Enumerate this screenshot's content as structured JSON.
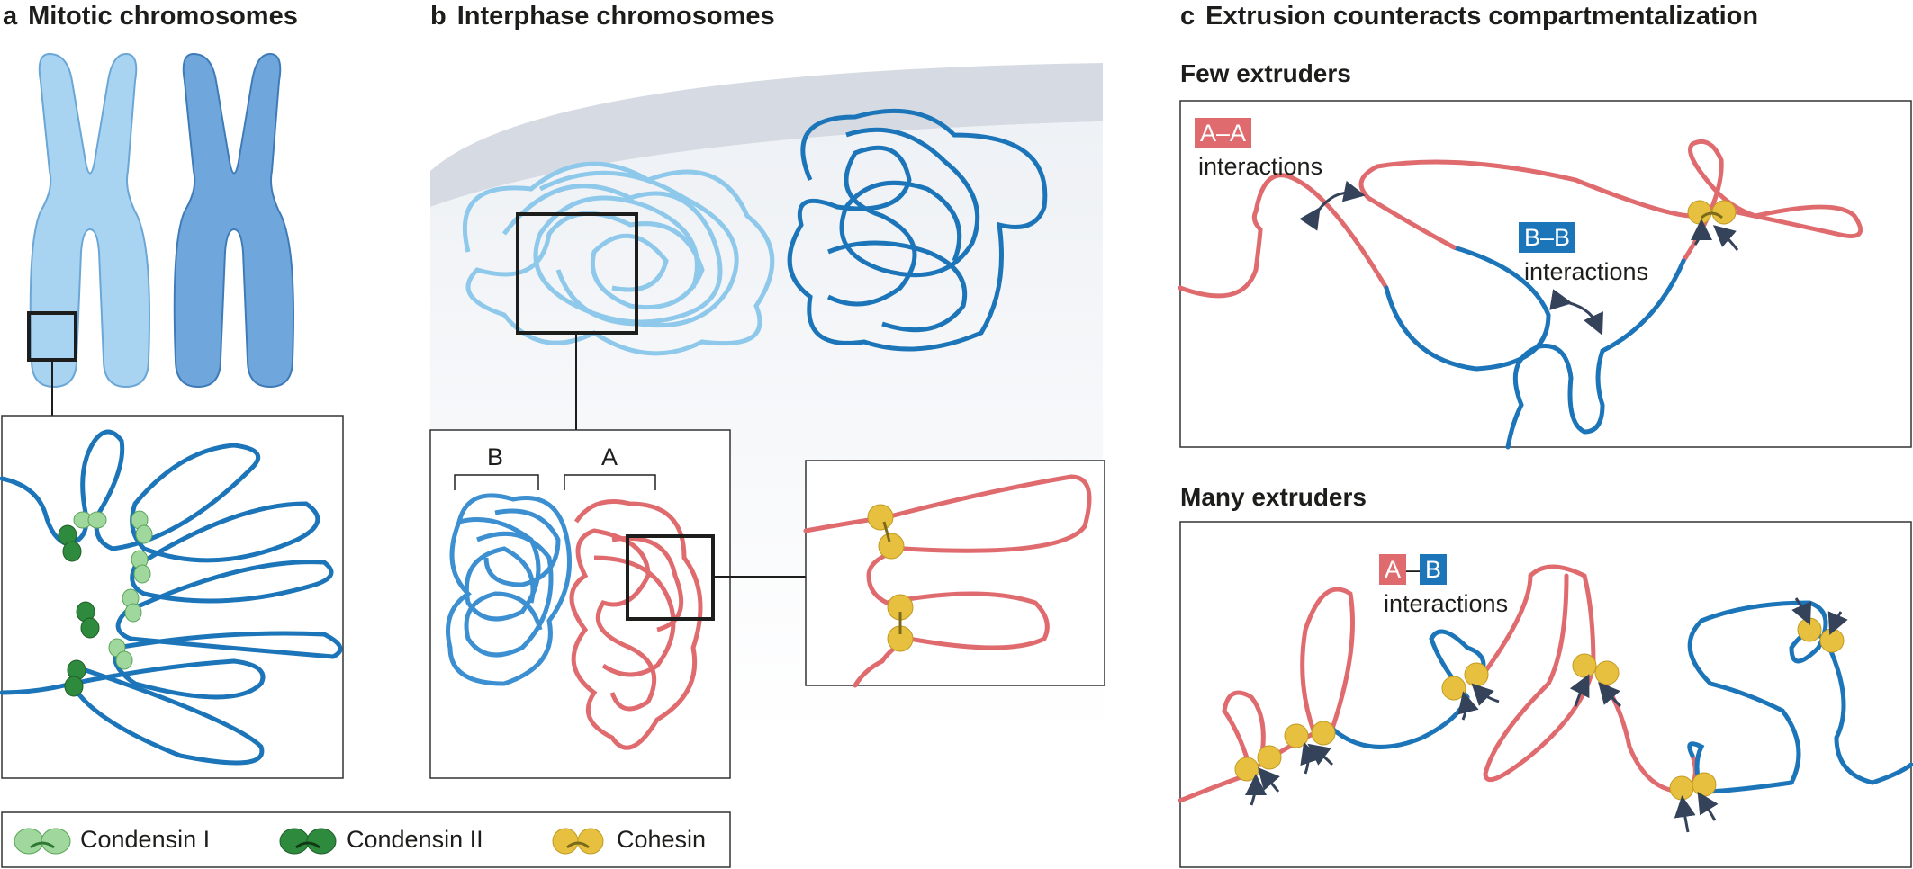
{
  "panels": {
    "a": {
      "letter": "a",
      "title": "Mitotic chromosomes"
    },
    "b": {
      "letter": "b",
      "title": "Interphase chromosomes",
      "label_B": "B",
      "label_A": "A"
    },
    "c": {
      "letter": "c",
      "title": "Extrusion counteracts compartmentalization",
      "few": {
        "title": "Few extruders",
        "aa_tag": "A–A",
        "aa_text": "interactions",
        "bb_tag": "B–B",
        "bb_text": "interactions"
      },
      "many": {
        "title": "Many extruders",
        "a_tag": "A",
        "dash": "–",
        "b_tag": "B",
        "ab_text": "interactions"
      }
    }
  },
  "legend": {
    "condensin1": "Condensin I",
    "condensin2": "Condensin II",
    "cohesin": "Cohesin"
  },
  "colors": {
    "blue": "#1b75b8",
    "light_blue": "#8ec8ea",
    "red": "#e06b6f",
    "gold": "#e8c03f",
    "dark_green": "#2e8a3c",
    "light_green": "#9fd79c",
    "arrow": "#34425a",
    "nucleus": "#d6dbe3"
  }
}
